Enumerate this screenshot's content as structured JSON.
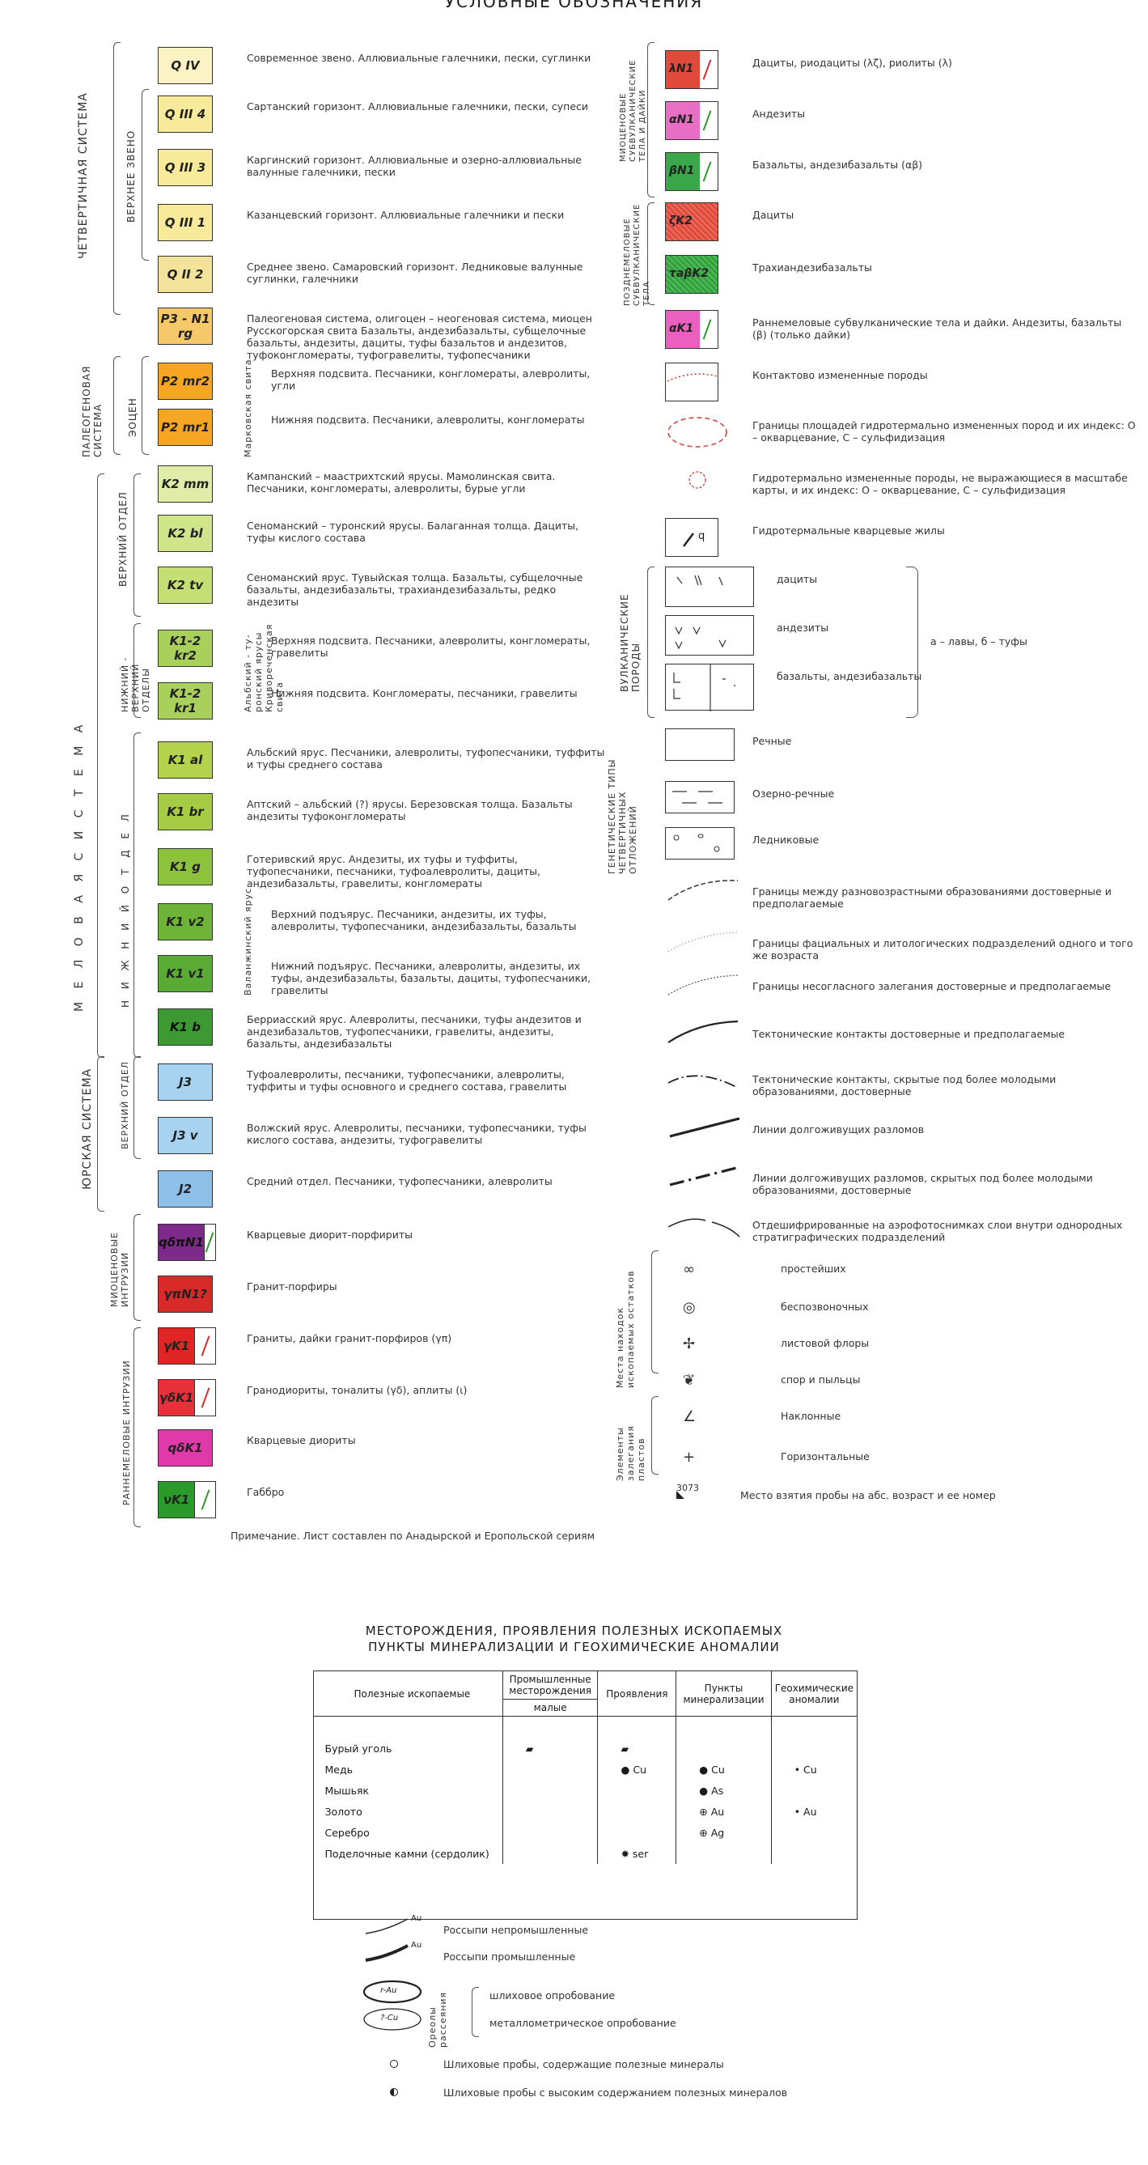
{
  "title": "УСЛОВНЫЕ ОБОЗНАЧЕНИЯ",
  "left_groups": {
    "quaternary": "ЧЕТВЕРТИЧНАЯ СИСТЕМА",
    "upper_link": "ВЕРХНЕЕ ЗВЕНО",
    "paleogene": "ПАЛЕОГЕНОВАЯ СИСТЕМА",
    "eocene": "ЭОЦЕН",
    "markov": "Марковская свита",
    "cretaceous": "М Е Л О В А Я   С И С Т Е М А",
    "upper_div": "ВЕРХНИЙ ОТДЕЛ",
    "lower_upper": "НИЖНИЙ - ВЕРХНИЙ ОТДЕЛЫ",
    "albian": "Альбский - ту-ронский ярусы Кривореченская свита",
    "lower_div": "Н И Ж Н И Й   О Т Д Е Л",
    "valangin": "Валанжинский ярус",
    "jurassic": "ЮРСКАЯ СИСТЕМА",
    "upper_jur": "ВЕРХНИЙ ОТДЕЛ",
    "miocene_intr": "МИОЦЕНОВЫЕ ИНТРУЗИИ",
    "early_cret_intr": "РАННЕМЕЛОВЫЕ ИНТРУЗИИ"
  },
  "left_items": [
    {
      "sym": "Q IV",
      "color": "#fbf3c4",
      "desc": "Современное звено. Аллювиальные галечники, пески, суглинки"
    },
    {
      "sym": "Q III 4",
      "color": "#f7ea9b",
      "desc": "Сартанский горизонт. Аллювиальные галечники, пески, супеси"
    },
    {
      "sym": "Q III 3",
      "color": "#f7ea9b",
      "desc": "Каргинский горизонт. Аллювиальные и озерно-аллювиальные валунные галечники, пески"
    },
    {
      "sym": "Q III 1",
      "color": "#f7ea9b",
      "desc": "Казанцевский горизонт. Аллювиальные галечники и пески"
    },
    {
      "sym": "Q II 2",
      "color": "#f3e39a",
      "desc": "Среднее звено. Самаровский горизонт. Ледниковые валунные суглинки, галечники"
    },
    {
      "sym": "P3 - N1 rg",
      "color": "#f5c96a",
      "desc": "Палеогеновая система, олигоцен – неогеновая система, миоцен Русскогорская свита Базальты, андезибазальты, субщелочные базальты, андезиты, дациты, туфы базальтов и андезитов, туфоконгломераты, туфогравелиты, туфопесчаники"
    },
    {
      "sym": "P2 mr2",
      "color": "#f6a623",
      "desc": "Верхняя подсвита. Песчаники, конгломераты, алевролиты, угли"
    },
    {
      "sym": "P2 mr1",
      "color": "#f6a623",
      "desc": "Нижняя подсвита. Песчаники, алевролиты, конгломераты"
    },
    {
      "sym": "K2 mm",
      "color": "#dfeda8",
      "desc": "Кампанский – маастрихтский ярусы. Мамолинская свита. Песчаники, конгломераты, алевролиты, бурые угли"
    },
    {
      "sym": "K2 bl",
      "color": "#d0e48a",
      "desc": "Сеноманский – туронский ярусы. Балаганная толща. Дациты, туфы кислого состава"
    },
    {
      "sym": "K2 tv",
      "color": "#c6df74",
      "desc": "Сеноманский ярус. Тувыйская толща. Базальты, субщелочные базальты, андезибазальты, трахиандезибазальты, редко андезиты"
    },
    {
      "sym": "K1-2 kr2",
      "color": "#a8d05a",
      "desc": "Верхняя подсвита. Песчаники, алевролиты, конгломераты, гравелиты"
    },
    {
      "sym": "K1-2 kr1",
      "color": "#a8d05a",
      "desc": "Нижняя подсвита. Конгломераты, песчаники, гравелиты"
    },
    {
      "sym": "K1 al",
      "color": "#b4d24c",
      "desc": "Альбский ярус. Песчаники, алевролиты, туфопесчаники, туффиты и туфы среднего состава"
    },
    {
      "sym": "K1 br",
      "color": "#a6cb45",
      "desc": "Аптский – альбский (?) ярусы. Березовская толща. Базальты андезиты туфоконгломераты"
    },
    {
      "sym": "K1 g",
      "color": "#8dc23c",
      "desc": "Готеривский ярус. Андезиты, их туфы и туффиты, туфопесчаники, песчаники, туфоалевролиты, дациты, андезибазальты, гравелиты, конгломераты"
    },
    {
      "sym": "K1 v2",
      "color": "#6db437",
      "desc": "Верхний подъярус. Песчаники, андезиты, их туфы, алевролиты, туфопесчаники, андезибазальты, базальты"
    },
    {
      "sym": "K1 v1",
      "color": "#5aab35",
      "desc": "Нижний подъярус. Песчаники, алевролиты, андезиты, их туфы, андезибазальты, базальты, дациты, туфопесчаники, гравелиты"
    },
    {
      "sym": "K1 b",
      "color": "#3d9a32",
      "desc": "Берриасский ярус. Алевролиты, песчаники, туфы андезитов и андезибазальтов, туфопесчаники, гравелиты, андезиты, базальты, андезибазальты"
    },
    {
      "sym": "J3",
      "color": "#a7d3f0",
      "desc": "Туфоалевролиты, песчаники, туфопесчаники, алевролиты, туффиты и туфы основного и среднего состава, гравелиты"
    },
    {
      "sym": "J3 v",
      "color": "#a7d3f0",
      "desc": "Волжский ярус. Алевролиты, песчаники, туфопесчаники, туфы кислого состава, андезиты, туфогравелиты"
    },
    {
      "sym": "J2",
      "color": "#8fc0ea",
      "desc": "Средний отдел. Песчаники, туфопесчаники, алевролиты"
    },
    {
      "sym": "qδπN1",
      "color": "#7d2a8a",
      "dyke": "#2a9a2a",
      "desc": "Кварцевые диорит-порфириты"
    },
    {
      "sym": "γπN1?",
      "color": "#d92a2a",
      "desc": "Гранит-порфиры"
    },
    {
      "sym": "γK1",
      "color": "#e02525",
      "dyke": "#d92a2a",
      "desc": "Граниты, дайки гранит-порфиров (γπ)"
    },
    {
      "sym": "γδK1",
      "color": "#e8303a",
      "dyke": "#d92a2a",
      "desc": "Гранодиориты, тоналиты (γδ), аплиты (ι)"
    },
    {
      "sym": "qδK1",
      "color": "#e03aaa",
      "desc": "Кварцевые диориты"
    },
    {
      "sym": "νK1",
      "color": "#2a9a2a",
      "dyke": "#2a9a2a",
      "desc": "Габбро"
    }
  ],
  "note": "Примечание. Лист составлен по Анадырской и Еропольской сериям",
  "right_groups": {
    "miocene_sub": "МИОЦЕНОВЫЕ СУБВУЛКАНИЧЕСКИЕ ТЕЛА И ДАЙКИ",
    "late_paleo_sub": "ПОЗДНЕМЕЛОВЫЕ СУБВУЛКАНИЧЕСКИЕ ТЕЛА",
    "volcanic": "ВУЛКАНИЧЕСКИЕ ПОРОДЫ",
    "genetic": "ГЕНЕТИЧЕСКИЕ ТИПЫ ЧЕТВЕРТИЧНЫХ ОТЛОЖЕНИЙ",
    "fossils": "Места находок ископаемых остатков",
    "bedding": "Элементы залегания пластов"
  },
  "right_items": [
    {
      "sym": "λN1",
      "color": "#e14a3a",
      "dyke": "#d92a2a",
      "desc": "Дациты, риодациты (λζ), риолиты (λ)"
    },
    {
      "sym": "αN1",
      "color": "#e86fc4",
      "dyke": "#2a9a2a",
      "desc": "Андезиты"
    },
    {
      "sym": "βN1",
      "color": "#3aa84a",
      "dyke": "#2a9a2a",
      "desc": "Базальты, андезибазальты (αβ)"
    },
    {
      "sym": "ζK2",
      "color": "#e14a3a",
      "desc": "Дациты"
    },
    {
      "sym": "τaβK2",
      "color": "#2fa33a",
      "desc": "Трахиандезибазальты"
    },
    {
      "sym": "αK1",
      "color": "#ea5fc0",
      "dyke": "#2a9a2a",
      "desc": "Раннемеловые субвулканические тела и дайки. Андезиты, базальты (β) (только дайки)"
    },
    {
      "sym": "",
      "color": "#ffffff",
      "desc": "Контактово измененные породы"
    },
    {
      "sym": "",
      "color": "",
      "desc": "Границы площадей гидротермально измененных пород и их индекс: О – окварцевание, С – сульфидизация"
    },
    {
      "sym": "",
      "color": "",
      "desc": "Гидротермально измененные породы, не выражающиеся в масштабе карты, и их индекс: О – окварцевание, С – сульфидизация"
    },
    {
      "sym": "q",
      "color": "#ffffff",
      "desc": "Гидротермальные кварцевые жилы"
    },
    {
      "sym": "",
      "color": "#ffffff",
      "desc": "дациты"
    },
    {
      "sym": "",
      "color": "#ffffff",
      "desc": "андезиты"
    },
    {
      "sym": "",
      "color": "#ffffff",
      "desc": "базальты, андезибазальты"
    },
    {
      "sym": "",
      "color": "#ffffff",
      "desc": "Речные"
    },
    {
      "sym": "",
      "color": "#ffffff",
      "desc": "Озерно-речные"
    },
    {
      "sym": "",
      "color": "#ffffff",
      "desc": "Ледниковые"
    },
    {
      "sym": "",
      "color": "",
      "desc": "Границы между разновозрастными образованиями достоверные и предполагаемые"
    },
    {
      "sym": "",
      "color": "",
      "desc": "Границы фациальных и литологических подразделений одного и того же возраста"
    },
    {
      "sym": "",
      "color": "",
      "desc": "Границы несогласного залегания достоверные и предполагаемые"
    },
    {
      "sym": "",
      "color": "",
      "desc": "Тектонические контакты достоверные и предполагаемые"
    },
    {
      "sym": "",
      "color": "",
      "desc": "Тектонические контакты, скрытые под более молодыми образованиями, достоверные"
    },
    {
      "sym": "",
      "color": "",
      "desc": "Линии долгоживущих разломов"
    },
    {
      "sym": "",
      "color": "",
      "desc": "Линии долгоживущих разломов, скрытых под более молодыми образованиями, достоверные"
    },
    {
      "sym": "",
      "color": "",
      "desc": "Отдешифрированные на аэрофотоснимках слои внутри однородных стратиграфических подразделений"
    },
    {
      "sym": "",
      "color": "",
      "desc": "простейших"
    },
    {
      "sym": "",
      "color": "",
      "desc": "беспозвоночных"
    },
    {
      "sym": "",
      "color": "",
      "desc": "листовой флоры"
    },
    {
      "sym": "",
      "color": "",
      "desc": "спор и пыльцы"
    },
    {
      "sym": "",
      "color": "",
      "desc": "Наклонные"
    },
    {
      "sym": "",
      "color": "",
      "desc": "Горизонтальные"
    },
    {
      "sym": "3073",
      "color": "",
      "desc": "Место взятия пробы на абс. возраст и ее номер"
    }
  ],
  "volcanic_note": "а – лавы, б – туфы",
  "minerals": {
    "title1": "МЕСТОРОЖДЕНИЯ, ПРОЯВЛЕНИЯ ПОЛЕЗНЫХ ИСКОПАЕМЫХ",
    "title2": "ПУНКТЫ МИНЕРАЛИЗАЦИИ И ГЕОХИМИЧЕСКИЕ АНОМАЛИИ",
    "headers": [
      "Полезные ископаемые",
      "Промышленные месторождения",
      "Проявления",
      "Пункты минерализации",
      "Геохимические аномалии"
    ],
    "subheader": "малые",
    "rows": [
      {
        "name": "Бурый уголь",
        "dep": "▰",
        "show": "▰",
        "point": "",
        "geo": ""
      },
      {
        "name": "Медь",
        "dep": "",
        "show": "● Cu",
        "point": "● Cu",
        "geo": "• Cu"
      },
      {
        "name": "Мышьяк",
        "dep": "",
        "show": "",
        "point": "● As",
        "geo": ""
      },
      {
        "name": "Золото",
        "dep": "",
        "show": "",
        "point": "⊕ Au",
        "geo": "• Au"
      },
      {
        "name": "Серебро",
        "dep": "",
        "show": "",
        "point": "⊕ Ag",
        "geo": ""
      },
      {
        "name": "Поделочные камни (сердолик)",
        "dep": "",
        "show": "✸ ser",
        "point": "",
        "geo": ""
      }
    ]
  },
  "bottom_legend": [
    {
      "label": "Россыпи непромышленные",
      "tag": "Au"
    },
    {
      "label": "Россыпи промышленные",
      "tag": "Au"
    },
    {
      "label": "шлиховое опробование",
      "tag": ""
    },
    {
      "label": "металлометрическое опробование",
      "tag": ""
    },
    {
      "label": "Шлиховые пробы, содержащие полезные минералы",
      "tag": ""
    },
    {
      "label": "Шлиховые пробы с высоким содержанием полезных минералов",
      "tag": ""
    }
  ],
  "halo_label": "Ореолы рассеяния",
  "halo_tags": [
    "r-Au",
    "?-Cu"
  ]
}
